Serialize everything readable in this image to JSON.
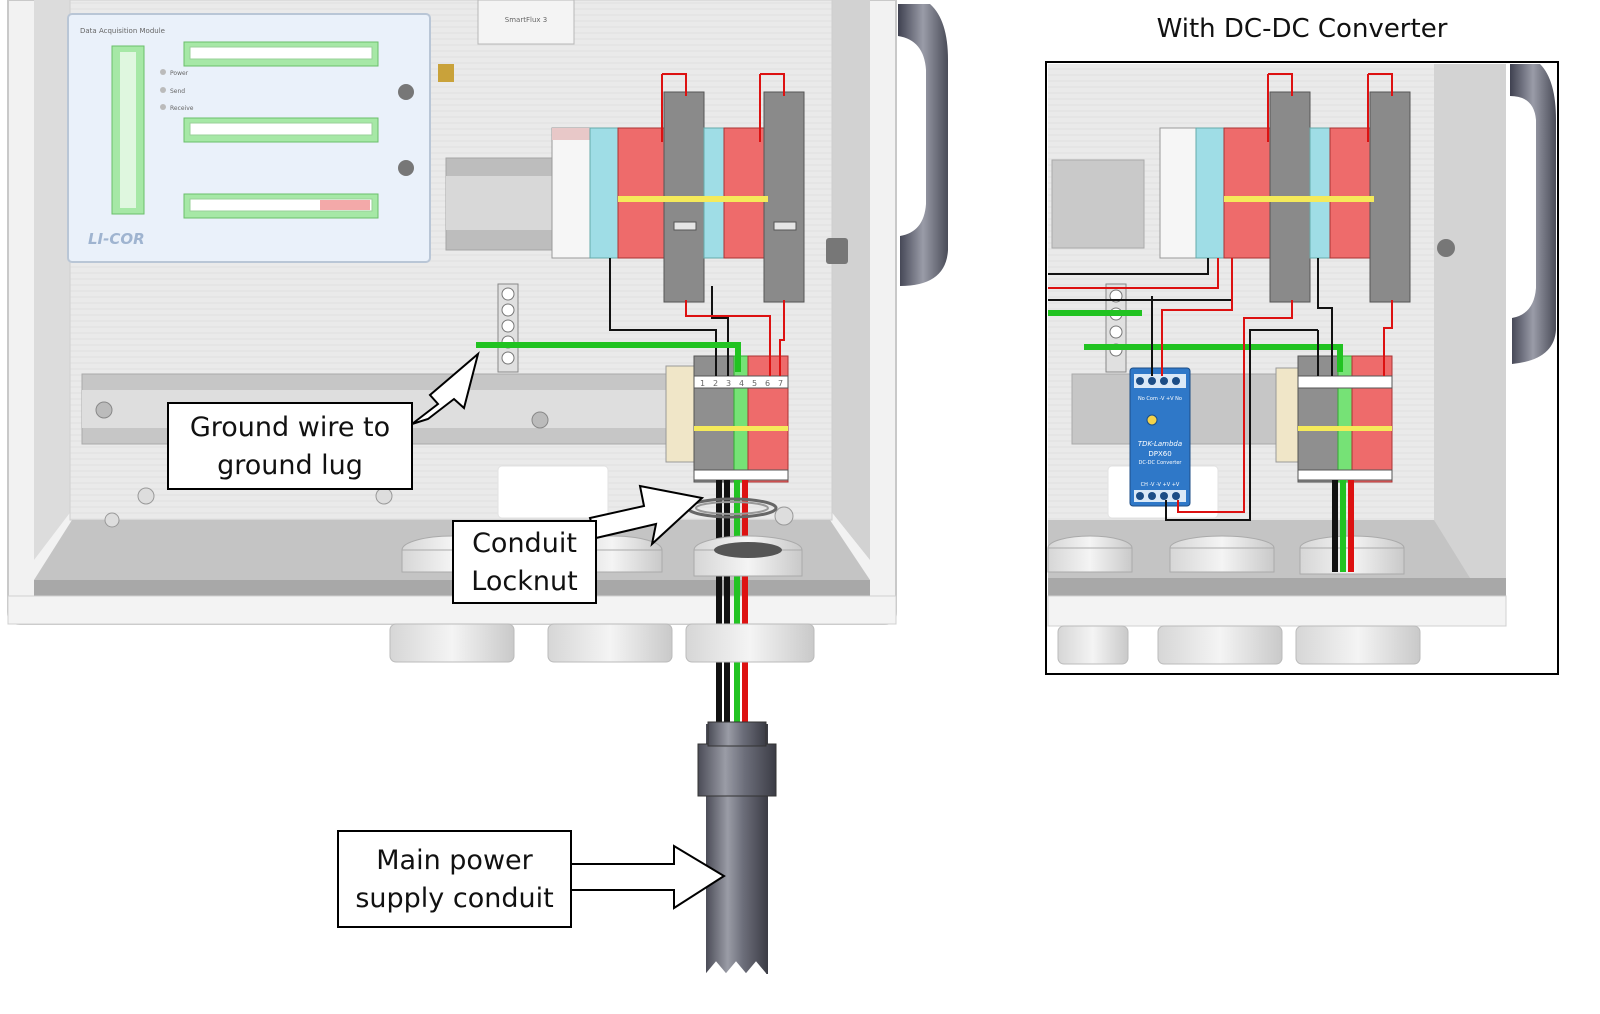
{
  "inset": {
    "title": "With DC-DC Converter",
    "converter": {
      "brand": "TDK-Lambda",
      "model": "DPX60",
      "caption": "DC-DC Converter",
      "terminals_top": "No Com -V +V No",
      "terminals_bottom": "CH -V -V +V +V"
    }
  },
  "callouts": {
    "ground": {
      "line1": "Ground wire to",
      "line2": "ground lug"
    },
    "locknut": {
      "line1": "Conduit",
      "line2": "Locknut"
    },
    "conduit": {
      "line1": "Main power",
      "line2": "supply conduit"
    }
  },
  "module": {
    "brand": "LI-COR",
    "header": "Data Acquisition Module",
    "led_labels": [
      "Power",
      "Send",
      "Receive"
    ],
    "smartflux": "SmartFlux 3"
  },
  "terminal_numbers": [
    "1",
    "2",
    "3",
    "4",
    "5",
    "6",
    "7"
  ],
  "colors": {
    "ground_wire": "#22c322",
    "positive_wire": "#dd1111",
    "negative_wire": "#111111",
    "terminal_red": "#ee6b6b",
    "terminal_gray": "#8a8a8a",
    "terminal_blue": "#9fdde6",
    "converter_blue": "#2f78c8",
    "module_green": "#9fe59f",
    "conduit_gray": "#6b6d78"
  }
}
